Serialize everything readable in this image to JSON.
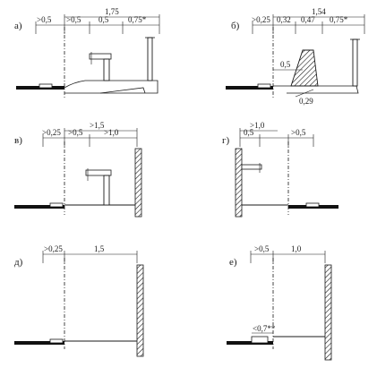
{
  "panels": {
    "a": {
      "label": "а)",
      "total": "1,75",
      "dims": [
        ">0,5",
        ">0,5",
        "0,5",
        "0,75*"
      ]
    },
    "b": {
      "label": "б)",
      "total": "1,54",
      "dims": [
        ">0,25",
        "0,32",
        "0,47",
        "0,75*"
      ],
      "inner": "0,5",
      "low": "0,29"
    },
    "c": {
      "label": "в)",
      "dims": [
        ">0,25",
        ">1,5",
        ">0,5",
        ">1,0"
      ]
    },
    "d": {
      "label": "г)",
      "dims": [
        ">1,0",
        "0,5",
        ">0,5"
      ]
    },
    "e": {
      "label": "д)",
      "dims": [
        ">0,25",
        "1,5"
      ]
    },
    "f": {
      "label": "е)",
      "dims": [
        ">0,5",
        "1,0"
      ],
      "low": "<0,7**"
    }
  }
}
